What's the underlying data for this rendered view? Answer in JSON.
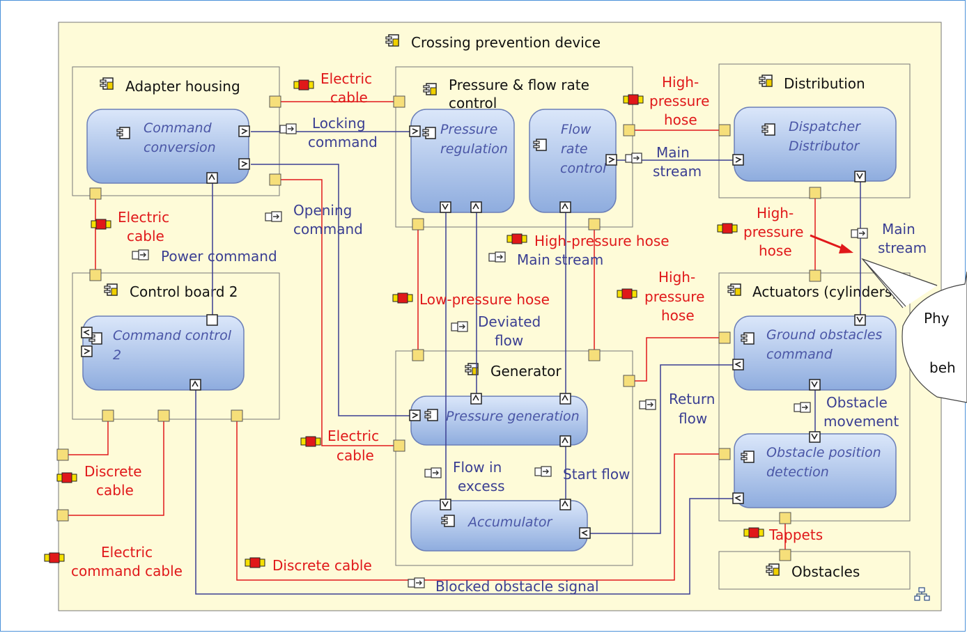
{
  "diagram": {
    "root": "Crossing prevention device",
    "components": {
      "adapter_housing": "Adapter housing",
      "command_conversion": [
        "Command",
        "conversion"
      ],
      "pressure_flow": [
        "Pressure & flow rate",
        "control"
      ],
      "pressure_regulation": [
        "Pressure",
        "regulation"
      ],
      "flow_rate_control": [
        "Flow",
        "rate",
        "control"
      ],
      "distribution": "Distribution",
      "dispatcher": [
        "Dispatcher",
        "Distributor"
      ],
      "control_board": "Control board 2",
      "command_control": [
        "Command control",
        "2"
      ],
      "generator": "Generator",
      "pressure_generation": "Pressure generation",
      "accumulator": "Accumulator",
      "actuators": "Actuators (cylinders)",
      "ground_obstacles": [
        "Ground obstacles",
        "command"
      ],
      "obstacle_position": [
        "Obstacle position",
        "detection"
      ],
      "obstacles": "Obstacles"
    },
    "links": {
      "electric_cable_1": [
        "Electric",
        "cable"
      ],
      "locking_command": [
        "Locking",
        "command"
      ],
      "hp_hose_1": [
        "High-",
        "pressure",
        "hose"
      ],
      "main_stream_1": [
        "Main",
        "stream"
      ],
      "electric_cable_2": [
        "Electric",
        "cable"
      ],
      "opening_command": [
        "Opening",
        "command"
      ],
      "power_command": "Power command",
      "hp_hose_2": "High-pressure hose",
      "main_stream_2": "Main stream",
      "hp_hose_3": [
        "High-",
        "pressure",
        "hose"
      ],
      "main_stream_3": [
        "Main",
        "stream"
      ],
      "hp_hose_4": [
        "High-",
        "pressure",
        "hose"
      ],
      "lp_hose": "Low-pressure hose",
      "deviated_flow": [
        "Deviated",
        "flow"
      ],
      "return_flow": [
        "Return",
        "flow"
      ],
      "obstacle_movement": [
        "Obstacle",
        "movement"
      ],
      "electric_cable_3": [
        "Electric",
        "cable"
      ],
      "discrete_cable_1": [
        "Discrete",
        "cable"
      ],
      "flow_in_excess": [
        "Flow in",
        "excess"
      ],
      "start_flow": "Start flow",
      "electric_command_cable": [
        "Electric",
        "command cable"
      ],
      "discrete_cable_2": "Discrete cable",
      "tappets": "Tappets",
      "blocked_obstacle_signal": "Blocked obstacle signal"
    },
    "callout": [
      "Phy",
      "beh"
    ],
    "colors": {
      "physical_link": "#e0181a",
      "functional_exchange": "#3a3e92",
      "node_fill": "#fefbd8",
      "component_fill": "#a9c3ec"
    }
  }
}
